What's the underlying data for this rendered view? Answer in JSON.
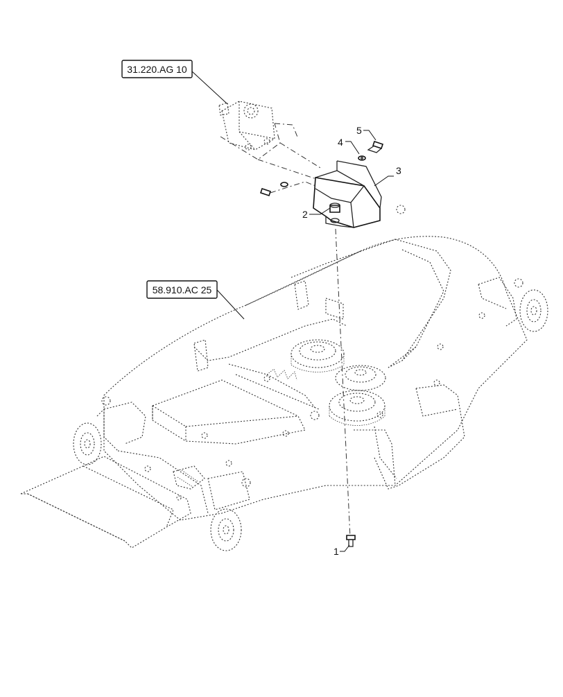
{
  "reference_labels": {
    "gearbox_ref": "31.220.AG 10",
    "deck_ref": "58.910.AC 25"
  },
  "callouts": {
    "c1": "1",
    "c2": "2",
    "c3": "3",
    "c4": "4",
    "c5": "5"
  },
  "colors": {
    "line": "#111111",
    "background": "#ffffff"
  }
}
